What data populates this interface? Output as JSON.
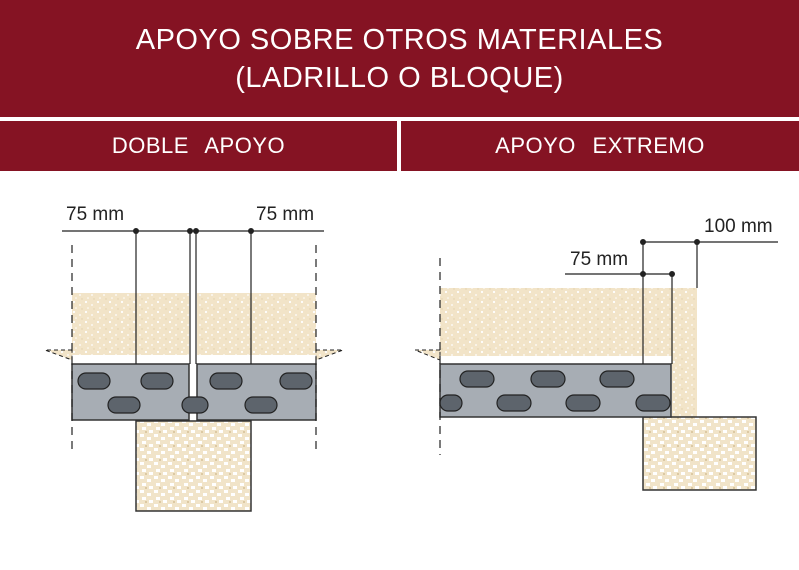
{
  "header": {
    "title_line1": "APOYO SOBRE OTROS MATERIALES",
    "title_line2": "(LADRILLO O BLOQUE)",
    "left_label": "DOBLE   APOYO",
    "right_label": "APOYO   EXTREMO"
  },
  "left_diagram": {
    "dim_left": "75 mm",
    "dim_right": "75 mm"
  },
  "right_diagram": {
    "dim_inner": "75 mm",
    "dim_outer": "100 mm"
  },
  "colors": {
    "brand": "#851323",
    "concrete": "#f2e4c8",
    "slab": "#a7adb4",
    "hole": "#5d646c"
  }
}
